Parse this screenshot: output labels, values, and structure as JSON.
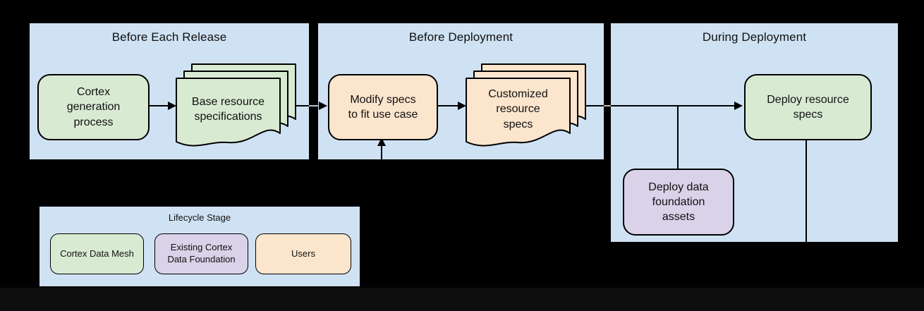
{
  "colors": {
    "canvas_bg": "#000000",
    "footer_strip": "#0e0e0e",
    "panel_bg": "#cfe2f3",
    "green": "#d9ead3",
    "peach": "#fce5cd",
    "purple": "#d9d2e9",
    "outline": "#000000",
    "connector": "#000000",
    "gap_connector": "#b9bfc6",
    "text": "#111111"
  },
  "panels": {
    "before_release": {
      "title": "Before Each Release"
    },
    "before_deployment": {
      "title": "Before Deployment"
    },
    "during_deployment": {
      "title": "During Deployment"
    }
  },
  "nodes": {
    "cortex_generation": {
      "label": "Cortex\ngeneration\nprocess"
    },
    "base_specs": {
      "label": "Base resource\nspecifications"
    },
    "modify_specs": {
      "label": "Modify specs\nto fit use case"
    },
    "customized_specs": {
      "label": "Customized\nresource\nspecs"
    },
    "deploy_specs": {
      "label": "Deploy resource\nspecs"
    },
    "deploy_foundation": {
      "label": "Deploy data\nfoundation\nassets"
    }
  },
  "legend": {
    "title": "Lifecycle Stage",
    "items": [
      {
        "label": "Cortex Data Mesh",
        "color": "#d9ead3"
      },
      {
        "label": "Existing Cortex\nData Foundation",
        "color": "#d9d2e9"
      },
      {
        "label": "Users",
        "color": "#fce5cd"
      }
    ]
  }
}
